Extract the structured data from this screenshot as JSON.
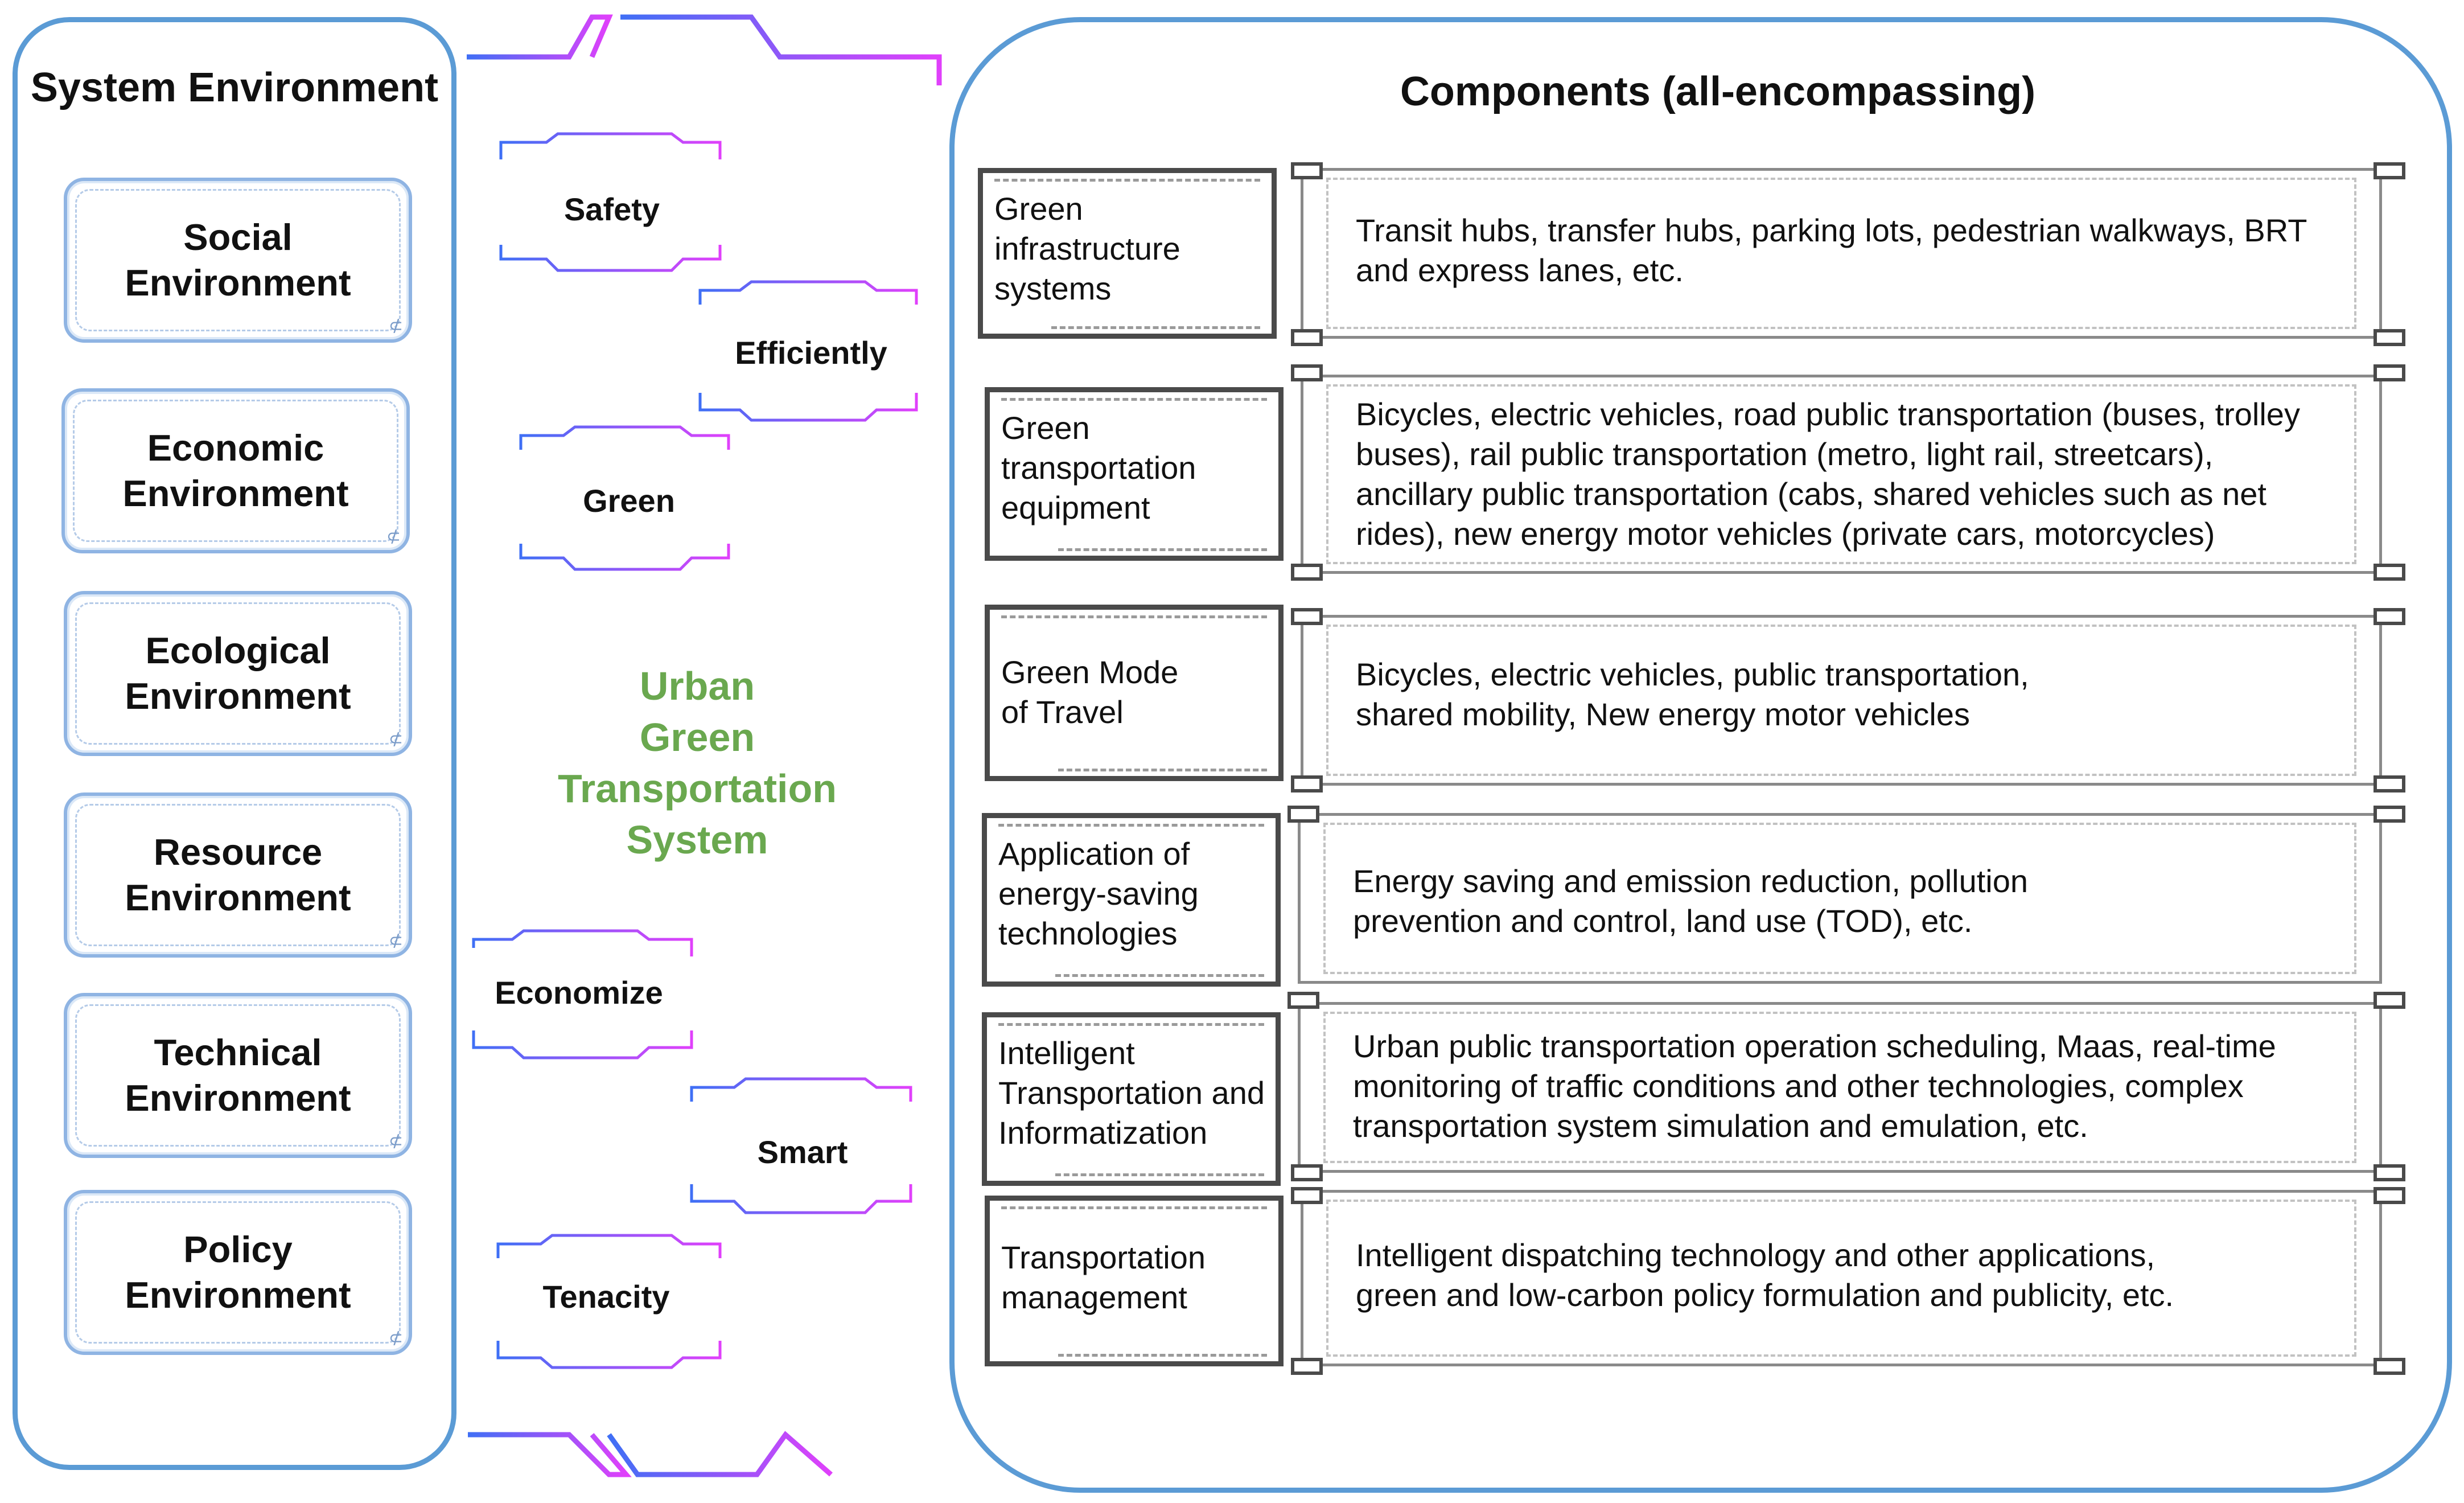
{
  "left": {
    "title": "System Environment",
    "cards": [
      {
        "line1": "Social",
        "line2": "Environment"
      },
      {
        "line1": "Economic",
        "line2": "Environment"
      },
      {
        "line1": "Ecological",
        "line2": "Environment"
      },
      {
        "line1": "Resource",
        "line2": "Environment"
      },
      {
        "line1": "Technical",
        "line2": "Environment"
      },
      {
        "line1": "Policy",
        "line2": "Environment"
      }
    ]
  },
  "middle": {
    "title_lines": [
      "Urban",
      "Green",
      "Transportation",
      "System"
    ],
    "title_color": "#6aa84f",
    "pills": [
      "Safety",
      "Efficiently",
      "Green",
      "Economize",
      "Smart",
      "Tenacity"
    ],
    "frame_gradient": [
      "#e040fb",
      "#3f6ff5"
    ]
  },
  "right": {
    "title": "Components (all-encompassing)",
    "rows": [
      {
        "component": [
          "Green",
          "infrastructure",
          "systems"
        ],
        "description": [
          "Transit hubs, transfer hubs, parking lots, pedestrian walkways, BRT",
          "and express lanes, etc."
        ]
      },
      {
        "component": [
          "Green",
          "transportation",
          "equipment"
        ],
        "description": [
          "Bicycles, electric vehicles, road public transportation (buses, trolley",
          "buses), rail public transportation (metro, light rail, streetcars),",
          "ancillary public transportation (cabs, shared vehicles such as net",
          "rides), new energy motor vehicles (private cars, motorcycles)"
        ]
      },
      {
        "component": [
          "Green Mode",
          "of Travel"
        ],
        "description": [
          "Bicycles, electric vehicles, public transportation,",
          "shared mobility, New energy motor vehicles"
        ]
      },
      {
        "component": [
          "Application of",
          "energy-saving",
          "technologies"
        ],
        "description": [
          "Energy saving and emission reduction, pollution",
          "prevention and control, land use (TOD), etc."
        ]
      },
      {
        "component": [
          "Intelligent",
          "Transportation and",
          "Informatization"
        ],
        "description": [
          "Urban public transportation operation scheduling, Maas, real-time",
          "monitoring of traffic conditions and other technologies, complex",
          "transportation system simulation and emulation, etc."
        ]
      },
      {
        "component": [
          "Transportation",
          "management"
        ],
        "description": [
          "Intelligent dispatching technology and other applications,",
          "green and low-carbon policy formulation and publicity, etc."
        ]
      }
    ]
  }
}
